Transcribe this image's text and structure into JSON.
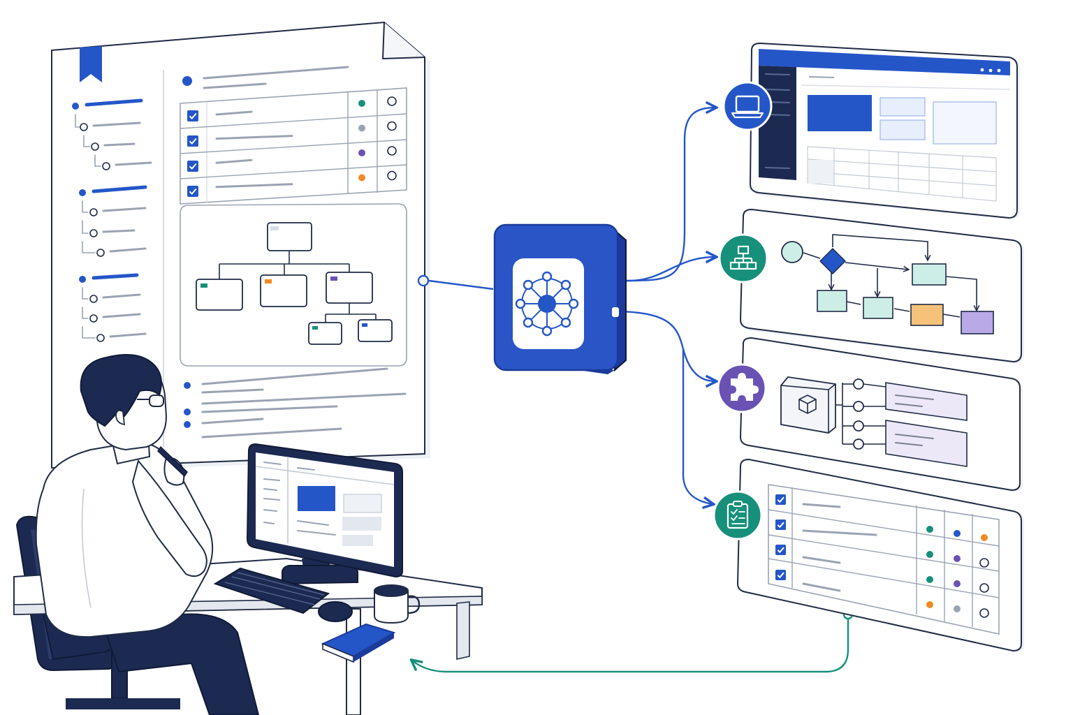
{
  "colors": {
    "outline": "#1f2a44",
    "primary_blue": "#2456c8",
    "hub_blue": "#2a55c6",
    "hub_dark": "#1b3a9a",
    "teal": "#16907a",
    "purple": "#6a52b5",
    "orange": "#f08a24",
    "gray_line": "#9aa3b2",
    "light_gray": "#d9dde4",
    "panel_fill": "#ffffff",
    "light_teal": "#cdeee6",
    "light_orange": "#f6c27a",
    "light_purple": "#b9a9e6",
    "light_blue": "#e7eefc",
    "paper_shadow": "#eef1f5",
    "navy": "#1c2a52",
    "navy_dark": "#111a36"
  },
  "icons": {
    "hub": "network-graph-icon",
    "output_1": "laptop-icon",
    "output_2": "sitemap-icon",
    "output_3": "puzzle-piece-icon",
    "output_4": "clipboard-checklist-icon",
    "bookmark": "bookmark-icon",
    "cube": "cube-icon"
  },
  "document": {
    "checklist_rows": [
      {
        "checked": true,
        "status": "teal"
      },
      {
        "checked": true,
        "status": "gray"
      },
      {
        "checked": true,
        "status": "purple"
      },
      {
        "checked": true,
        "status": "orange"
      }
    ]
  },
  "outputs": {
    "checklist_rows": [
      {
        "checked": true,
        "dots": [
          "teal",
          "blue",
          "orange"
        ]
      },
      {
        "checked": true,
        "dots": [
          "teal",
          "purple",
          "empty"
        ]
      },
      {
        "checked": true,
        "dots": [
          "teal",
          "purple",
          "empty"
        ]
      },
      {
        "checked": true,
        "dots": [
          "orange",
          "gray",
          "empty"
        ]
      }
    ]
  }
}
